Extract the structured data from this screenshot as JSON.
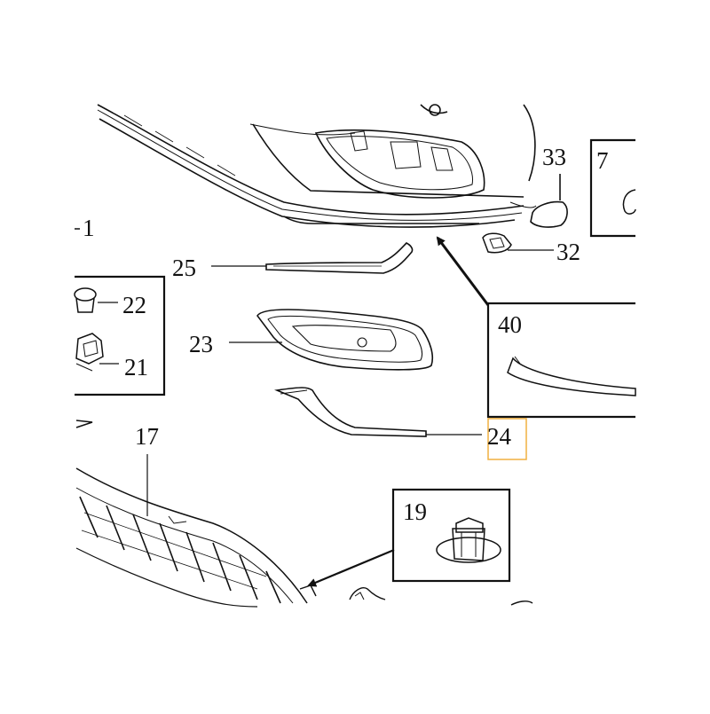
{
  "diagram": {
    "callouts": {
      "c1": "1",
      "c7": "7",
      "c17": "17",
      "c19": "19",
      "c21": "21",
      "c22": "22",
      "c23": "23",
      "c24": "24",
      "c25": "25",
      "c32": "32",
      "c33": "33",
      "c40": "40"
    },
    "highlighted_callout": "24",
    "colors": {
      "line": "#111111",
      "highlight": "#f0b040",
      "background": "#ffffff"
    }
  }
}
